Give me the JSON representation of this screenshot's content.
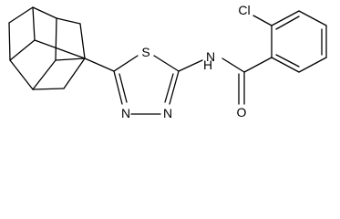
{
  "molecule": {
    "atoms": {
      "s_label": "S",
      "n_amide_label": "N",
      "h_amide_label": "H",
      "n_ring_left_label": "N",
      "n_ring_right_label": "N",
      "cl_label": "Cl",
      "o_label": "O"
    }
  }
}
